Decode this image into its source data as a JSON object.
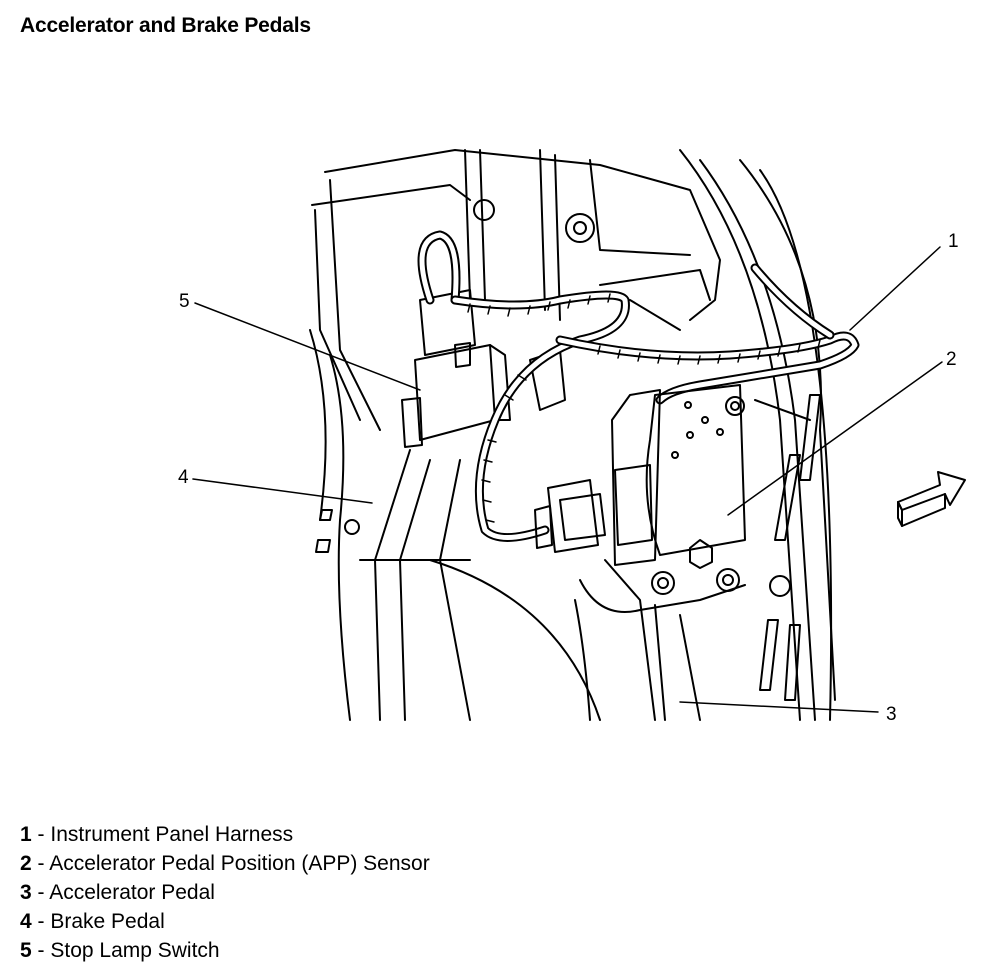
{
  "title": "Accelerator and Brake Pedals",
  "callouts": [
    "1",
    "2",
    "3",
    "4",
    "5"
  ],
  "legend": [
    {
      "num": "1",
      "sep": " - ",
      "label": "Instrument Panel Harness"
    },
    {
      "num": "2",
      "sep": " - ",
      "label": "Accelerator Pedal Position (APP) Sensor"
    },
    {
      "num": "3",
      "sep": " - ",
      "label": "Accelerator Pedal"
    },
    {
      "num": "4",
      "sep": " - ",
      "label": "Brake Pedal"
    },
    {
      "num": "5",
      "sep": " - ",
      "label": "Stop Lamp Switch"
    }
  ],
  "colors": {
    "ink": "#000000",
    "paper": "#ffffff"
  }
}
